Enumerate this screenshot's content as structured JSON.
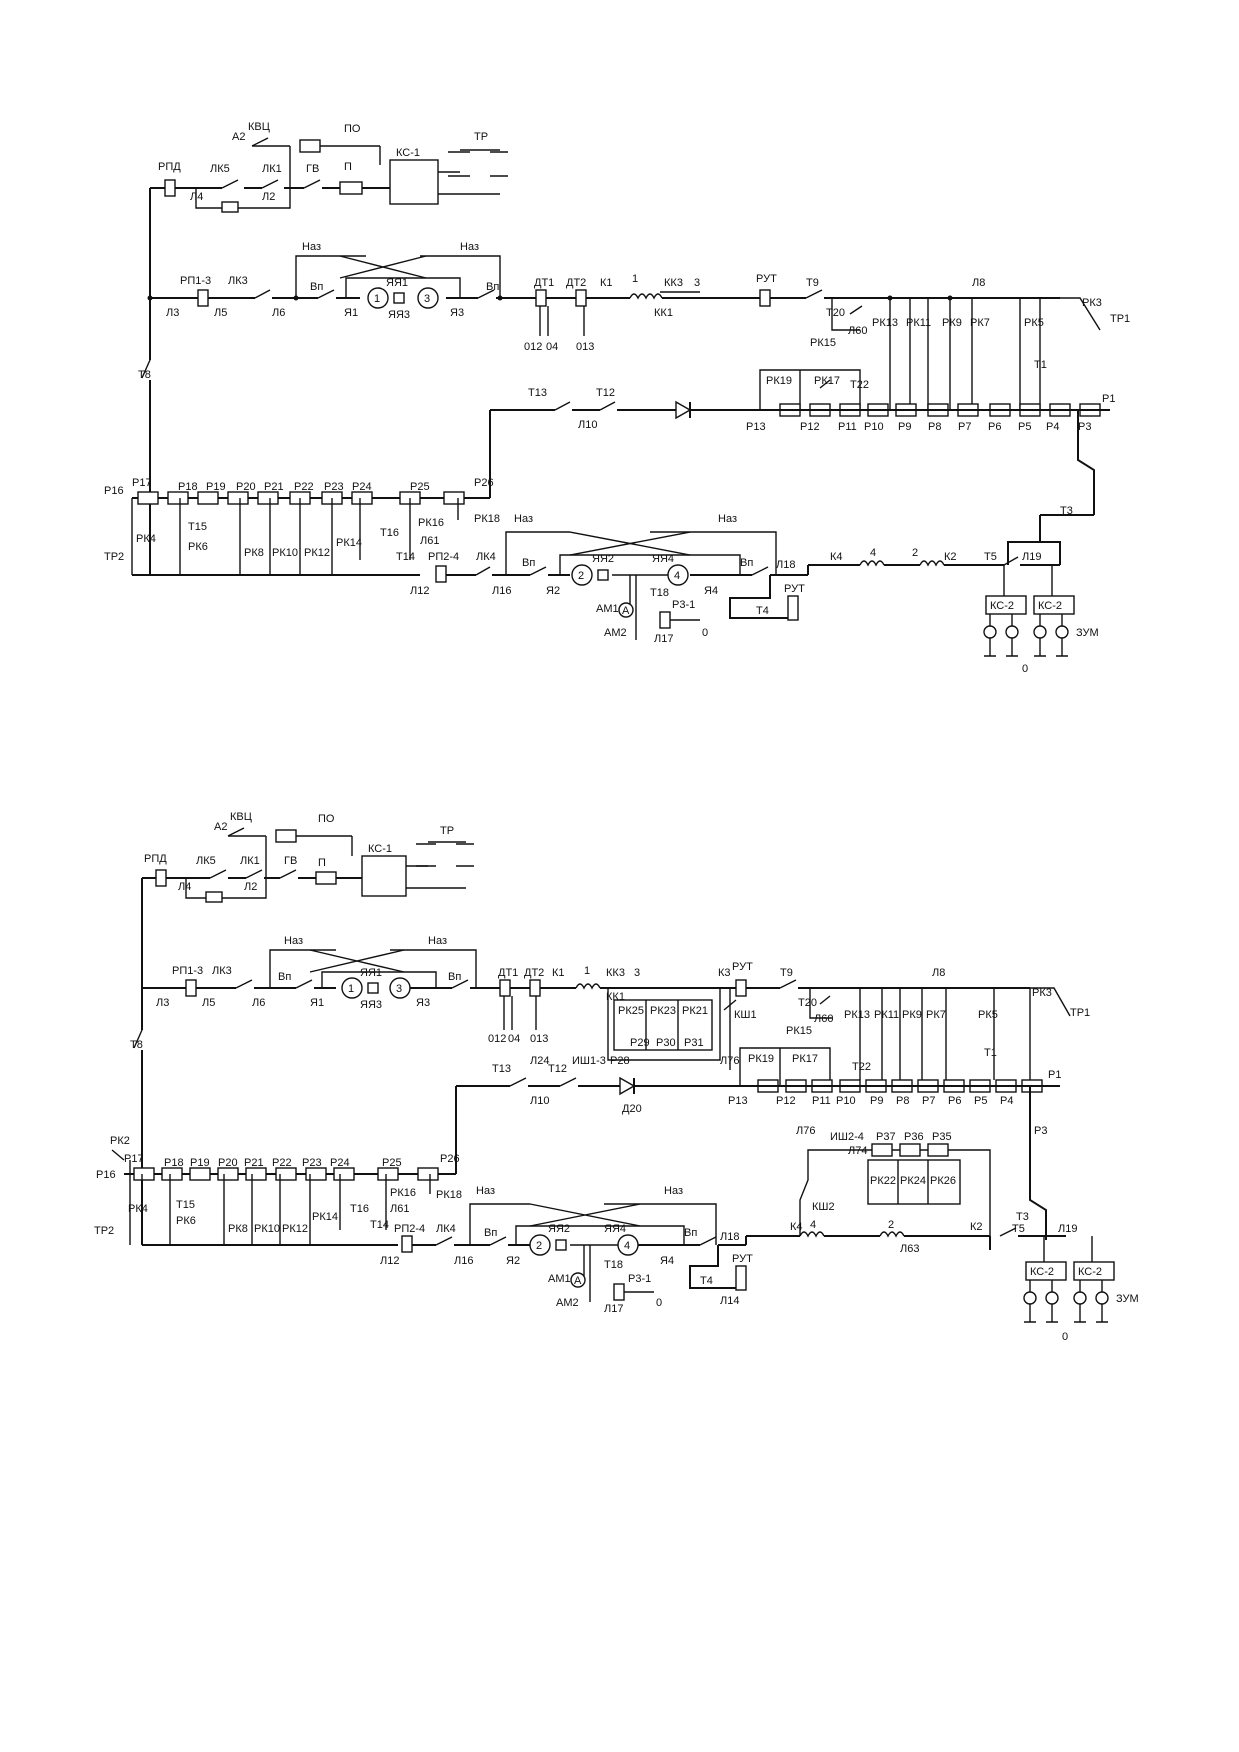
{
  "schemes": [
    {
      "top_labels": {
        "rpd": "РПД",
        "lk5": "ЛК5",
        "lk1": "ЛК1",
        "gv": "ГВ",
        "l4": "Л4",
        "l2": "Л2",
        "a2": "А2",
        "kvc": "КВЦ",
        "po": "ПО",
        "p": "П",
        "ks1": "КС-1",
        "tr": "ТР"
      },
      "row1_labels": {
        "rp13": "РП1-3",
        "lk3": "ЛК3",
        "l3": "Л3",
        "l5": "Л5",
        "l6": "Л6",
        "naz_l": "Наз",
        "naz_r": "Наз",
        "vp_l": "Вп",
        "vp_r": "Вп",
        "ya1": "Я1",
        "yya1": "ЯЯ1",
        "yya3": "ЯЯ3",
        "ya3": "Я3",
        "m1": "1",
        "m3": "3",
        "dt1": "ДТ1",
        "dt2": "ДТ2",
        "o12": "012",
        "o04": "04",
        "o13": "013",
        "k1": "К1",
        "n1": "1",
        "kk3": "КК3",
        "n3": "3",
        "kk1": "КК1",
        "rut": "РУТ",
        "t9": "Т9",
        "l8": "Л8",
        "t20": "Т20",
        "l60": "Л60",
        "rk15": "РК15",
        "rk13": "РК13",
        "rk11": "РК11",
        "rk9": "РК9",
        "rk7": "РК7",
        "rk5": "РК5",
        "rk3": "РК3",
        "tr1": "ТР1",
        "t1": "Т1"
      },
      "row2_labels": {
        "t8": "Т8",
        "t13": "Т13",
        "t12": "Т12",
        "l10": "Л10",
        "rk19": "РК19",
        "rk17": "РК17",
        "t22": "Т22",
        "p13": "Р13",
        "p12": "Р12",
        "p11": "Р11",
        "p10": "Р10",
        "p9": "Р9",
        "p8": "Р8",
        "p7": "Р7",
        "p6": "Р6",
        "p5": "Р5",
        "p4": "Р4",
        "p3": "Р3",
        "p1": "Р1",
        "t3": "Т3"
      },
      "row3_labels": {
        "p16": "Р16",
        "p17": "Р17",
        "p18": "Р18",
        "p19": "Р19",
        "p20": "Р20",
        "p21": "Р21",
        "p22": "Р22",
        "p23": "Р23",
        "p24": "Р24",
        "p25": "Р25",
        "p26": "Р26",
        "tr2": "ТР2",
        "rk4": "РК4",
        "t15": "Т15",
        "rk6": "РК6",
        "rk8": "РК8",
        "rk10": "РК10",
        "rk12": "РК12",
        "rk14": "РК14",
        "t16": "Т16",
        "t14": "Т14",
        "rk16": "РК16",
        "l61": "Л61",
        "rk18": "РК18",
        "rp24": "РП2-4",
        "lk4": "ЛК4",
        "l12": "Л12",
        "l16": "Л16",
        "naz_l": "Наз",
        "naz_r": "Наз",
        "vp_l": "Вп",
        "vp_r": "Вп",
        "ya2": "Я2",
        "yya2": "ЯЯ2",
        "yya4": "ЯЯ4",
        "ya4": "Я4",
        "m2": "2",
        "m4": "4",
        "am1": "АМ1",
        "am2": "АМ2",
        "amp": "А",
        "t18": "Т18",
        "p31": "Р3-1",
        "l17": "Л17",
        "zero": "0",
        "l18": "Л18",
        "t4": "Т4",
        "rut": "РУТ",
        "k4": "К4",
        "n4": "4",
        "n2": "2",
        "k2": "К2",
        "t5": "Т5",
        "l19": "Л19",
        "ks2a": "КС-2",
        "ks2b": "КС-2",
        "zum": "ЗУМ",
        "gnd0": "0"
      }
    },
    {
      "extra_labels": {
        "k3": "К3",
        "ksh1": "КШ1",
        "l24": "Л24",
        "ish13": "ИШ1-3",
        "p28": "Р28",
        "p29": "Р29",
        "p30": "Р30",
        "p31b": "Р31",
        "l76": "Л76",
        "rk25": "РК25",
        "rk23": "РК23",
        "rk21": "РК21",
        "d20": "Д20",
        "rk2": "РК2",
        "l76b": "Л76",
        "ish24": "ИШ2-4",
        "l74": "Л74",
        "p37": "Р37",
        "p36": "Р36",
        "p35": "Р35",
        "rk22": "РК22",
        "rk24": "РК24",
        "rk26": "РК26",
        "ksh2": "КШ2",
        "l63": "Л63",
        "l14": "Л14",
        "p3b": "Р3"
      }
    }
  ]
}
